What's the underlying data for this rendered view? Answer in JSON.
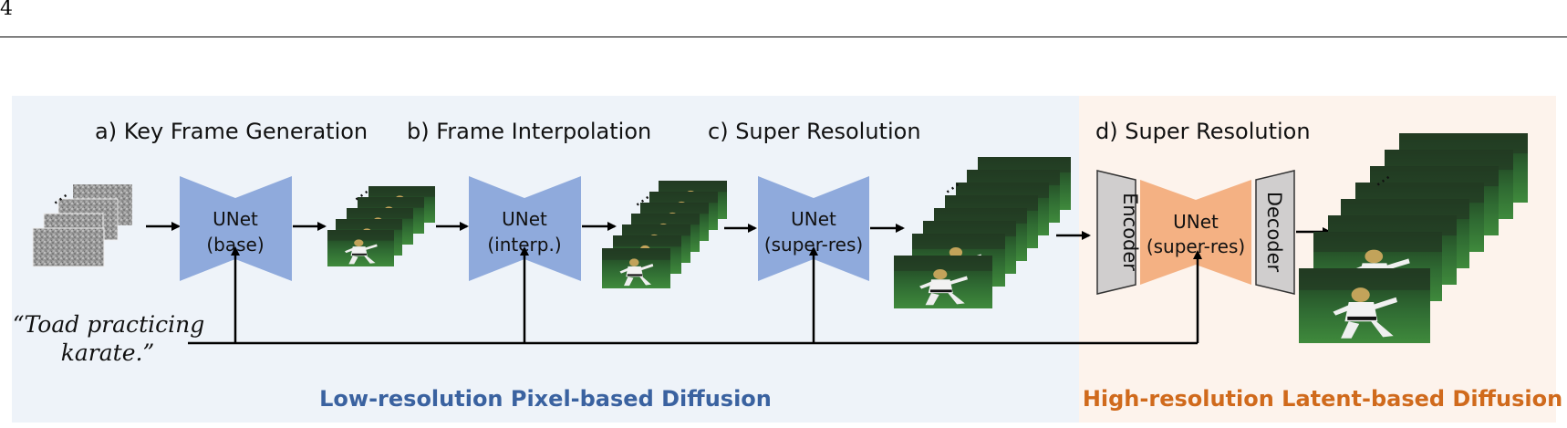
{
  "page_number": "4",
  "stages": {
    "a_title": "a) Key Frame Generation",
    "b_title": "b) Frame Interpolation",
    "c_title": "c) Super Resolution",
    "d_title": "d) Super Resolution"
  },
  "unets": {
    "base": [
      "UNet",
      "(base)"
    ],
    "interp": [
      "UNet",
      "(interp.)"
    ],
    "superres_pixel": [
      "UNet",
      "(super-res)"
    ],
    "superres_latent": [
      "UNet",
      "(super-res)"
    ]
  },
  "encoder_label": "Encoder",
  "decoder_label": "Decoder",
  "prompt": [
    "“Toad practicing",
    "karate.”"
  ],
  "ellipsis": "...",
  "bottom_labels": {
    "pixel": "Low-resolution Pixel-based Diffusion",
    "latent": "High-resolution Latent-based Diffusion"
  },
  "colors": {
    "pixel_bg": "#eef3f9",
    "latent_bg": "#fdf3ec",
    "unet_blue": "#8faadc",
    "unet_orange": "#f4b183",
    "coder_gray": "#d0cece",
    "label_blue": "#3a62a0",
    "label_orange": "#d06a1c"
  }
}
